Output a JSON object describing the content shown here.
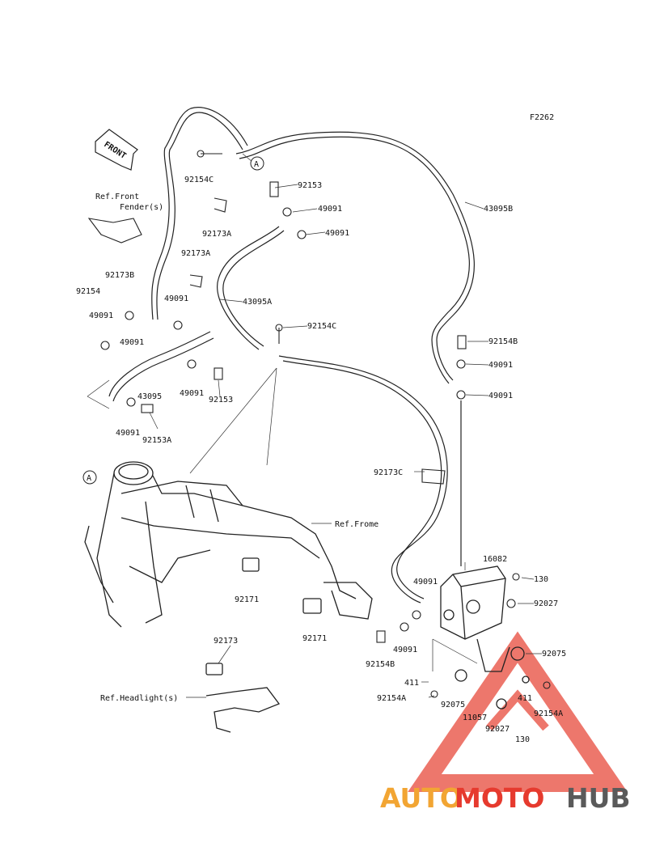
{
  "figure_code": "F2262",
  "front_label": "FRONT",
  "refs": {
    "front_fender_line1": "Ref.Front",
    "front_fender_line2": "Fender(s)",
    "frame": "Ref.Frome",
    "headlight": "Ref.Headlight(s)"
  },
  "callouts": {
    "a_top": "A",
    "a_bottom": "A"
  },
  "parts": {
    "p92154C_top": "92154C",
    "p92153_top": "92153",
    "p49091_a": "49091",
    "p49091_b": "49091",
    "p43095B": "43095B",
    "p92173A_1": "92173A",
    "p92173A_2": "92173A",
    "p92173B": "92173B",
    "p92154": "92154",
    "p49091_c": "49091",
    "p49091_d": "49091",
    "p49091_e": "49091",
    "p43095A": "43095A",
    "p92154C_mid": "92154C",
    "p92154B_r": "92154B",
    "p49091_f": "49091",
    "p49091_g": "49091",
    "p43095": "43095",
    "p49091_h": "49091",
    "p92153_mid": "92153",
    "p49091_i": "49091",
    "p92153A": "92153A",
    "p92173C": "92173C",
    "p16082": "16082",
    "p130_a": "130",
    "p92027_a": "92027",
    "p49091_j": "49091",
    "p49091_k": "49091",
    "p92154B_b": "92154B",
    "p92171_a": "92171",
    "p92171_b": "92171",
    "p92075_a": "92075",
    "p411_a": "411",
    "p411_b": "411",
    "p92154A_a": "92154A",
    "p92154A_b": "92154A",
    "p92075_b": "92075",
    "p11057": "11057",
    "p92027_b": "92027",
    "p130_b": "130",
    "p92173": "92173"
  },
  "watermark": {
    "part1": "AUTO",
    "part2": "MOTO",
    "part3": "HUB",
    "color1": "#f2a533",
    "color2": "#e63a2e",
    "color3": "#5a5a5a"
  }
}
